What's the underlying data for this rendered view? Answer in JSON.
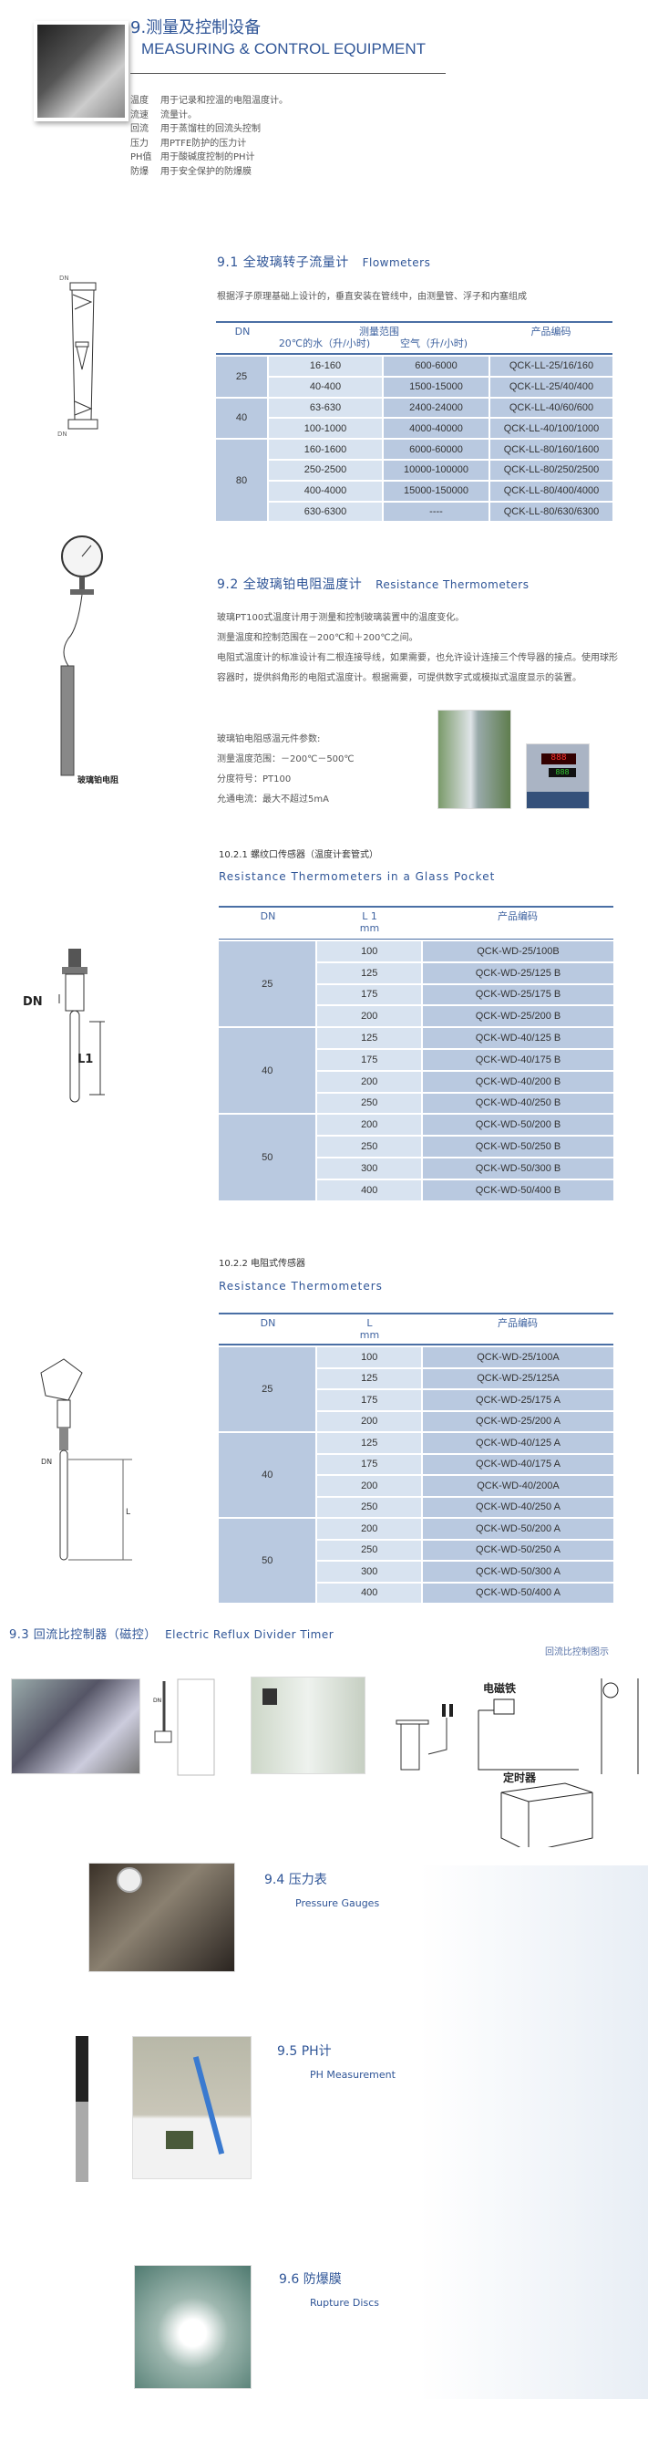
{
  "header": {
    "title_cn": "9.测量及控制设备",
    "title_en": "MEASURING & CONTROL EQUIPMENT"
  },
  "intro": [
    {
      "k": "温度",
      "v": "用于记录和控温的电阻温度计。"
    },
    {
      "k": "流速",
      "v": "流量计。"
    },
    {
      "k": "回流",
      "v": "用于蒸馏柱的回流头控制"
    },
    {
      "k": "压力",
      "v": "用PTFE防护的压力计"
    },
    {
      "k": "PH值",
      "v": "用于酸碱度控制的PH计"
    },
    {
      "k": "防爆",
      "v": "用于安全保护的防爆膜"
    }
  ],
  "s91": {
    "title": "9.1 全玻璃转子流量计",
    "title_en": "Flowmeters",
    "desc": "根据浮子原理基础上设计的，垂直安装在管线中，由测量管、浮子和内塞组成",
    "diagram_label_top": "DN",
    "diagram_label_bottom": "DN",
    "headers": {
      "dn": "DN",
      "range": "测量范围",
      "water": "20℃的水（升/小时)",
      "air": "空气（升/小时)",
      "code": "产品编码"
    },
    "groups": [
      {
        "dn": "25",
        "rows": [
          [
            "16-160",
            "600-6000",
            "QCK-LL-25/16/160"
          ],
          [
            "40-400",
            "1500-15000",
            "QCK-LL-25/40/400"
          ]
        ]
      },
      {
        "dn": "40",
        "rows": [
          [
            "63-630",
            "2400-24000",
            "QCK-LL-40/60/600"
          ],
          [
            "100-1000",
            "4000-40000",
            "QCK-LL-40/100/1000"
          ]
        ]
      },
      {
        "dn": "80",
        "rows": [
          [
            "160-1600",
            "6000-60000",
            "QCK-LL-80/160/1600"
          ],
          [
            "250-2500",
            "10000-100000",
            "QCK-LL-80/250/2500"
          ],
          [
            "400-4000",
            "15000-150000",
            "QCK-LL-80/400/4000"
          ],
          [
            "630-6300",
            "----",
            "QCK-LL-80/630/6300"
          ]
        ]
      }
    ]
  },
  "s92": {
    "title": "9.2 全玻璃铂电阻温度计",
    "title_en": "Resistance Thermometers",
    "paragraphs": [
      "玻璃PT100式温度计用于测量和控制玻璃装置中的温度变化。",
      "测量温度和控制范围在－200℃和＋200℃之间。",
      "电阻式温度计的标准设计有二根连接导线，如果需要，也允许设计连接三个传导器的接点。使用球形容器时，提供斜角形的电阻式温度计。根据需要，可提供数字式或模拟式温度显示的装置。"
    ],
    "params": [
      "玻璃铂电阻感温元件参数:",
      "测量温度范围：－200℃－500℃",
      "分度符号：PT100",
      "允通电流：最大不超过5mA"
    ],
    "probe_label": "玻璃铂电阻"
  },
  "s921": {
    "title": "10.2.1 螺纹口传感器（温度计套管式）",
    "title_en": "Resistance Thermometers in a Glass Pocket",
    "diagram_dn": "DN",
    "diagram_l": "L1",
    "headers": {
      "dn": "DN",
      "l": "L 1",
      "unit": "mm",
      "code": "产品编码"
    },
    "groups": [
      {
        "dn": "25",
        "rows": [
          [
            "100",
            "QCK-WD-25/100B"
          ],
          [
            "125",
            "QCK-WD-25/125 B"
          ],
          [
            "175",
            "QCK-WD-25/175 B"
          ],
          [
            "200",
            "QCK-WD-25/200 B"
          ]
        ]
      },
      {
        "dn": "40",
        "rows": [
          [
            "125",
            "QCK-WD-40/125 B"
          ],
          [
            "175",
            "QCK-WD-40/175 B"
          ],
          [
            "200",
            "QCK-WD-40/200 B"
          ],
          [
            "250",
            "QCK-WD-40/250 B"
          ]
        ]
      },
      {
        "dn": "50",
        "rows": [
          [
            "200",
            "QCK-WD-50/200 B"
          ],
          [
            "250",
            "QCK-WD-50/250 B"
          ],
          [
            "300",
            "QCK-WD-50/300 B"
          ],
          [
            "400",
            "QCK-WD-50/400 B"
          ]
        ]
      }
    ]
  },
  "s922": {
    "title": "10.2.2 电阻式传感器",
    "title_en": "Resistance Thermometers",
    "diagram_dn": "DN",
    "diagram_l": "L",
    "headers": {
      "dn": "DN",
      "l": "L",
      "unit": "mm",
      "code": "产品编码"
    },
    "groups": [
      {
        "dn": "25",
        "rows": [
          [
            "100",
            "QCK-WD-25/100A"
          ],
          [
            "125",
            "QCK-WD-25/125A"
          ],
          [
            "175",
            "QCK-WD-25/175 A"
          ],
          [
            "200",
            "QCK-WD-25/200 A"
          ]
        ]
      },
      {
        "dn": "40",
        "rows": [
          [
            "125",
            "QCK-WD-40/125 A"
          ],
          [
            "175",
            "QCK-WD-40/175 A"
          ],
          [
            "200",
            "QCK-WD-40/200A"
          ],
          [
            "250",
            "QCK-WD-40/250 A"
          ]
        ]
      },
      {
        "dn": "50",
        "rows": [
          [
            "200",
            "QCK-WD-50/200 A"
          ],
          [
            "250",
            "QCK-WD-50/250 A"
          ],
          [
            "300",
            "QCK-WD-50/300 A"
          ],
          [
            "400",
            "QCK-WD-50/400 A"
          ]
        ]
      }
    ]
  },
  "s93": {
    "title": "9.3 回流比控制器（磁控）",
    "title_en": "Electric Reflux Divider Timer",
    "caption": "回流比控制图示",
    "label_magnet": "电磁铁",
    "label_timer": "定时器",
    "label_dn": "DN"
  },
  "s94": {
    "title": "9.4 压力表",
    "title_en": "Pressure Gauges"
  },
  "s95": {
    "title": "9.5 PH计",
    "title_en": "PH Measurement"
  },
  "s96": {
    "title": "9.6 防爆膜",
    "title_en": "Rupture Discs"
  }
}
